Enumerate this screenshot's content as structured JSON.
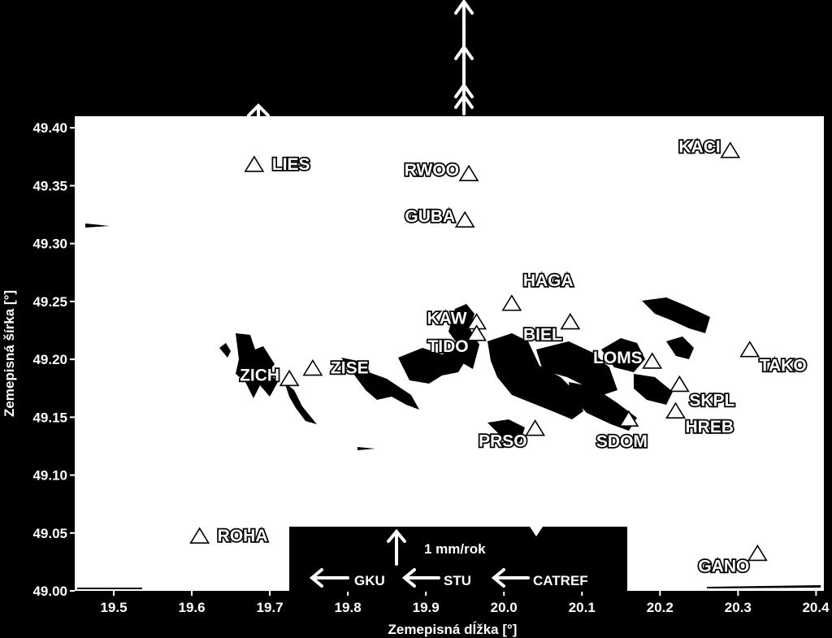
{
  "map": {
    "x_axis_title": "Zemepisná dĺžka [°]",
    "y_axis_title": "Zemepisná šírka [°]",
    "x_range": [
      19.45,
      20.41
    ],
    "y_range": [
      49.0,
      49.41
    ],
    "x_ticks": [
      "19.5",
      "19.6",
      "19.7",
      "19.8",
      "19.9",
      "20.0",
      "20.1",
      "20.2",
      "20.3",
      "20.4"
    ],
    "y_ticks": [
      "49.00",
      "49.05",
      "49.10",
      "49.15",
      "49.20",
      "49.25",
      "49.30",
      "49.35",
      "49.40"
    ],
    "colors": {
      "background": "#000000",
      "plot": "#ffffff",
      "ink": "#000000"
    }
  },
  "stations": [
    {
      "id": "LIES",
      "label": "LIES",
      "lon": 19.68,
      "lat": 49.368,
      "label_pos": "right"
    },
    {
      "id": "RWOO",
      "label": "RWOO",
      "lon": 19.955,
      "lat": 49.36,
      "label_pos": "left"
    },
    {
      "id": "GUBA",
      "label": "GUBA",
      "lon": 19.95,
      "lat": 49.32,
      "label_pos": "left"
    },
    {
      "id": "KACI",
      "label": "KACI",
      "lon": 20.29,
      "lat": 49.38,
      "label_pos": "left"
    },
    {
      "id": "HAGA",
      "label": "HAGA",
      "lon": 20.01,
      "lat": 49.248,
      "label_pos": "above-right"
    },
    {
      "id": "KAW",
      "label": "KAW",
      "lon": 19.965,
      "lat": 49.232,
      "label_pos": "left"
    },
    {
      "id": "TIDO",
      "label": "TIDO",
      "lon": 19.965,
      "lat": 49.222,
      "label_pos": "left-below"
    },
    {
      "id": "BIEL",
      "label": "BIEL",
      "lon": 20.085,
      "lat": 49.232,
      "label_pos": "left-below"
    },
    {
      "id": "ZICH",
      "label": "ZICH",
      "lon": 19.725,
      "lat": 49.183,
      "label_pos": "left"
    },
    {
      "id": "ZISE",
      "label": "ZISE",
      "lon": 19.755,
      "lat": 49.192,
      "label_pos": "right"
    },
    {
      "id": "LOMS",
      "label": "LOMS",
      "lon": 20.19,
      "lat": 49.198,
      "label_pos": "left"
    },
    {
      "id": "TAKO",
      "label": "TAKO",
      "lon": 20.315,
      "lat": 49.208,
      "label_pos": "below-right"
    },
    {
      "id": "SKPL",
      "label": "SKPL",
      "lon": 20.225,
      "lat": 49.178,
      "label_pos": "below-right"
    },
    {
      "id": "HREB",
      "label": "HREB",
      "lon": 20.22,
      "lat": 49.155,
      "label_pos": "below-right"
    },
    {
      "id": "SDOM",
      "label": "SDOM",
      "lon": 20.16,
      "lat": 49.148,
      "label_pos": "below"
    },
    {
      "id": "PRSO",
      "label": "PRSO",
      "lon": 20.04,
      "lat": 49.14,
      "label_pos": "left-below"
    },
    {
      "id": "ROHA",
      "label": "ROHA",
      "lon": 19.61,
      "lat": 49.047,
      "label_pos": "right"
    },
    {
      "id": "GANO",
      "label": "GANO",
      "lon": 20.325,
      "lat": 49.032,
      "label_pos": "left-below"
    }
  ],
  "legend": {
    "scale_label": "1 mm/rok",
    "frames": [
      {
        "id": "CATREF",
        "label": "CATREF"
      },
      {
        "id": "STU",
        "label": "STU"
      },
      {
        "id": "GKU",
        "label": "GKU"
      }
    ]
  }
}
